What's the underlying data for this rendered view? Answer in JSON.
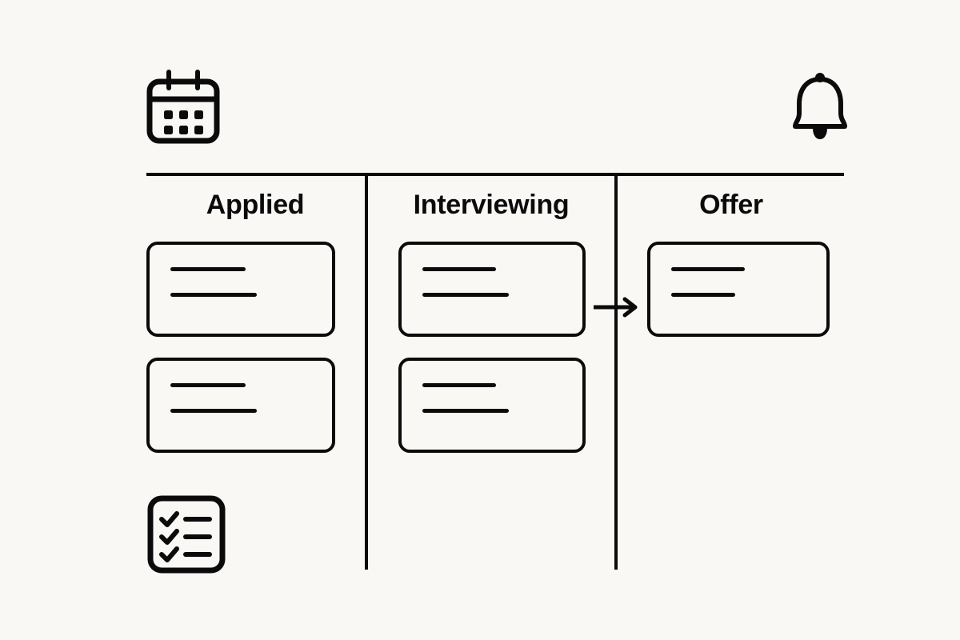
{
  "board": {
    "background_color": "#F9F8F4",
    "ink_color": "#0B0B0B",
    "topbar": {
      "calendar_icon": "calendar-icon",
      "bell_icon": "bell-icon"
    },
    "columns": [
      {
        "id": "applied",
        "title": "Applied",
        "cards": [
          {
            "line1_width": 94,
            "line2_width": 108
          },
          {
            "line1_width": 94,
            "line2_width": 108
          }
        ],
        "footer_icon": "checklist-icon"
      },
      {
        "id": "interviewing",
        "title": "Interviewing",
        "cards": [
          {
            "line1_width": 92,
            "line2_width": 108
          },
          {
            "line1_width": 92,
            "line2_width": 108
          }
        ],
        "footer_icon": null
      },
      {
        "id": "offer",
        "title": "Offer",
        "cards": [
          {
            "line1_width": 92,
            "line2_width": 80
          }
        ],
        "footer_icon": null
      }
    ],
    "move_arrow": {
      "icon": "arrow-right-icon",
      "from_column": "interviewing",
      "to_column": "offer"
    }
  }
}
